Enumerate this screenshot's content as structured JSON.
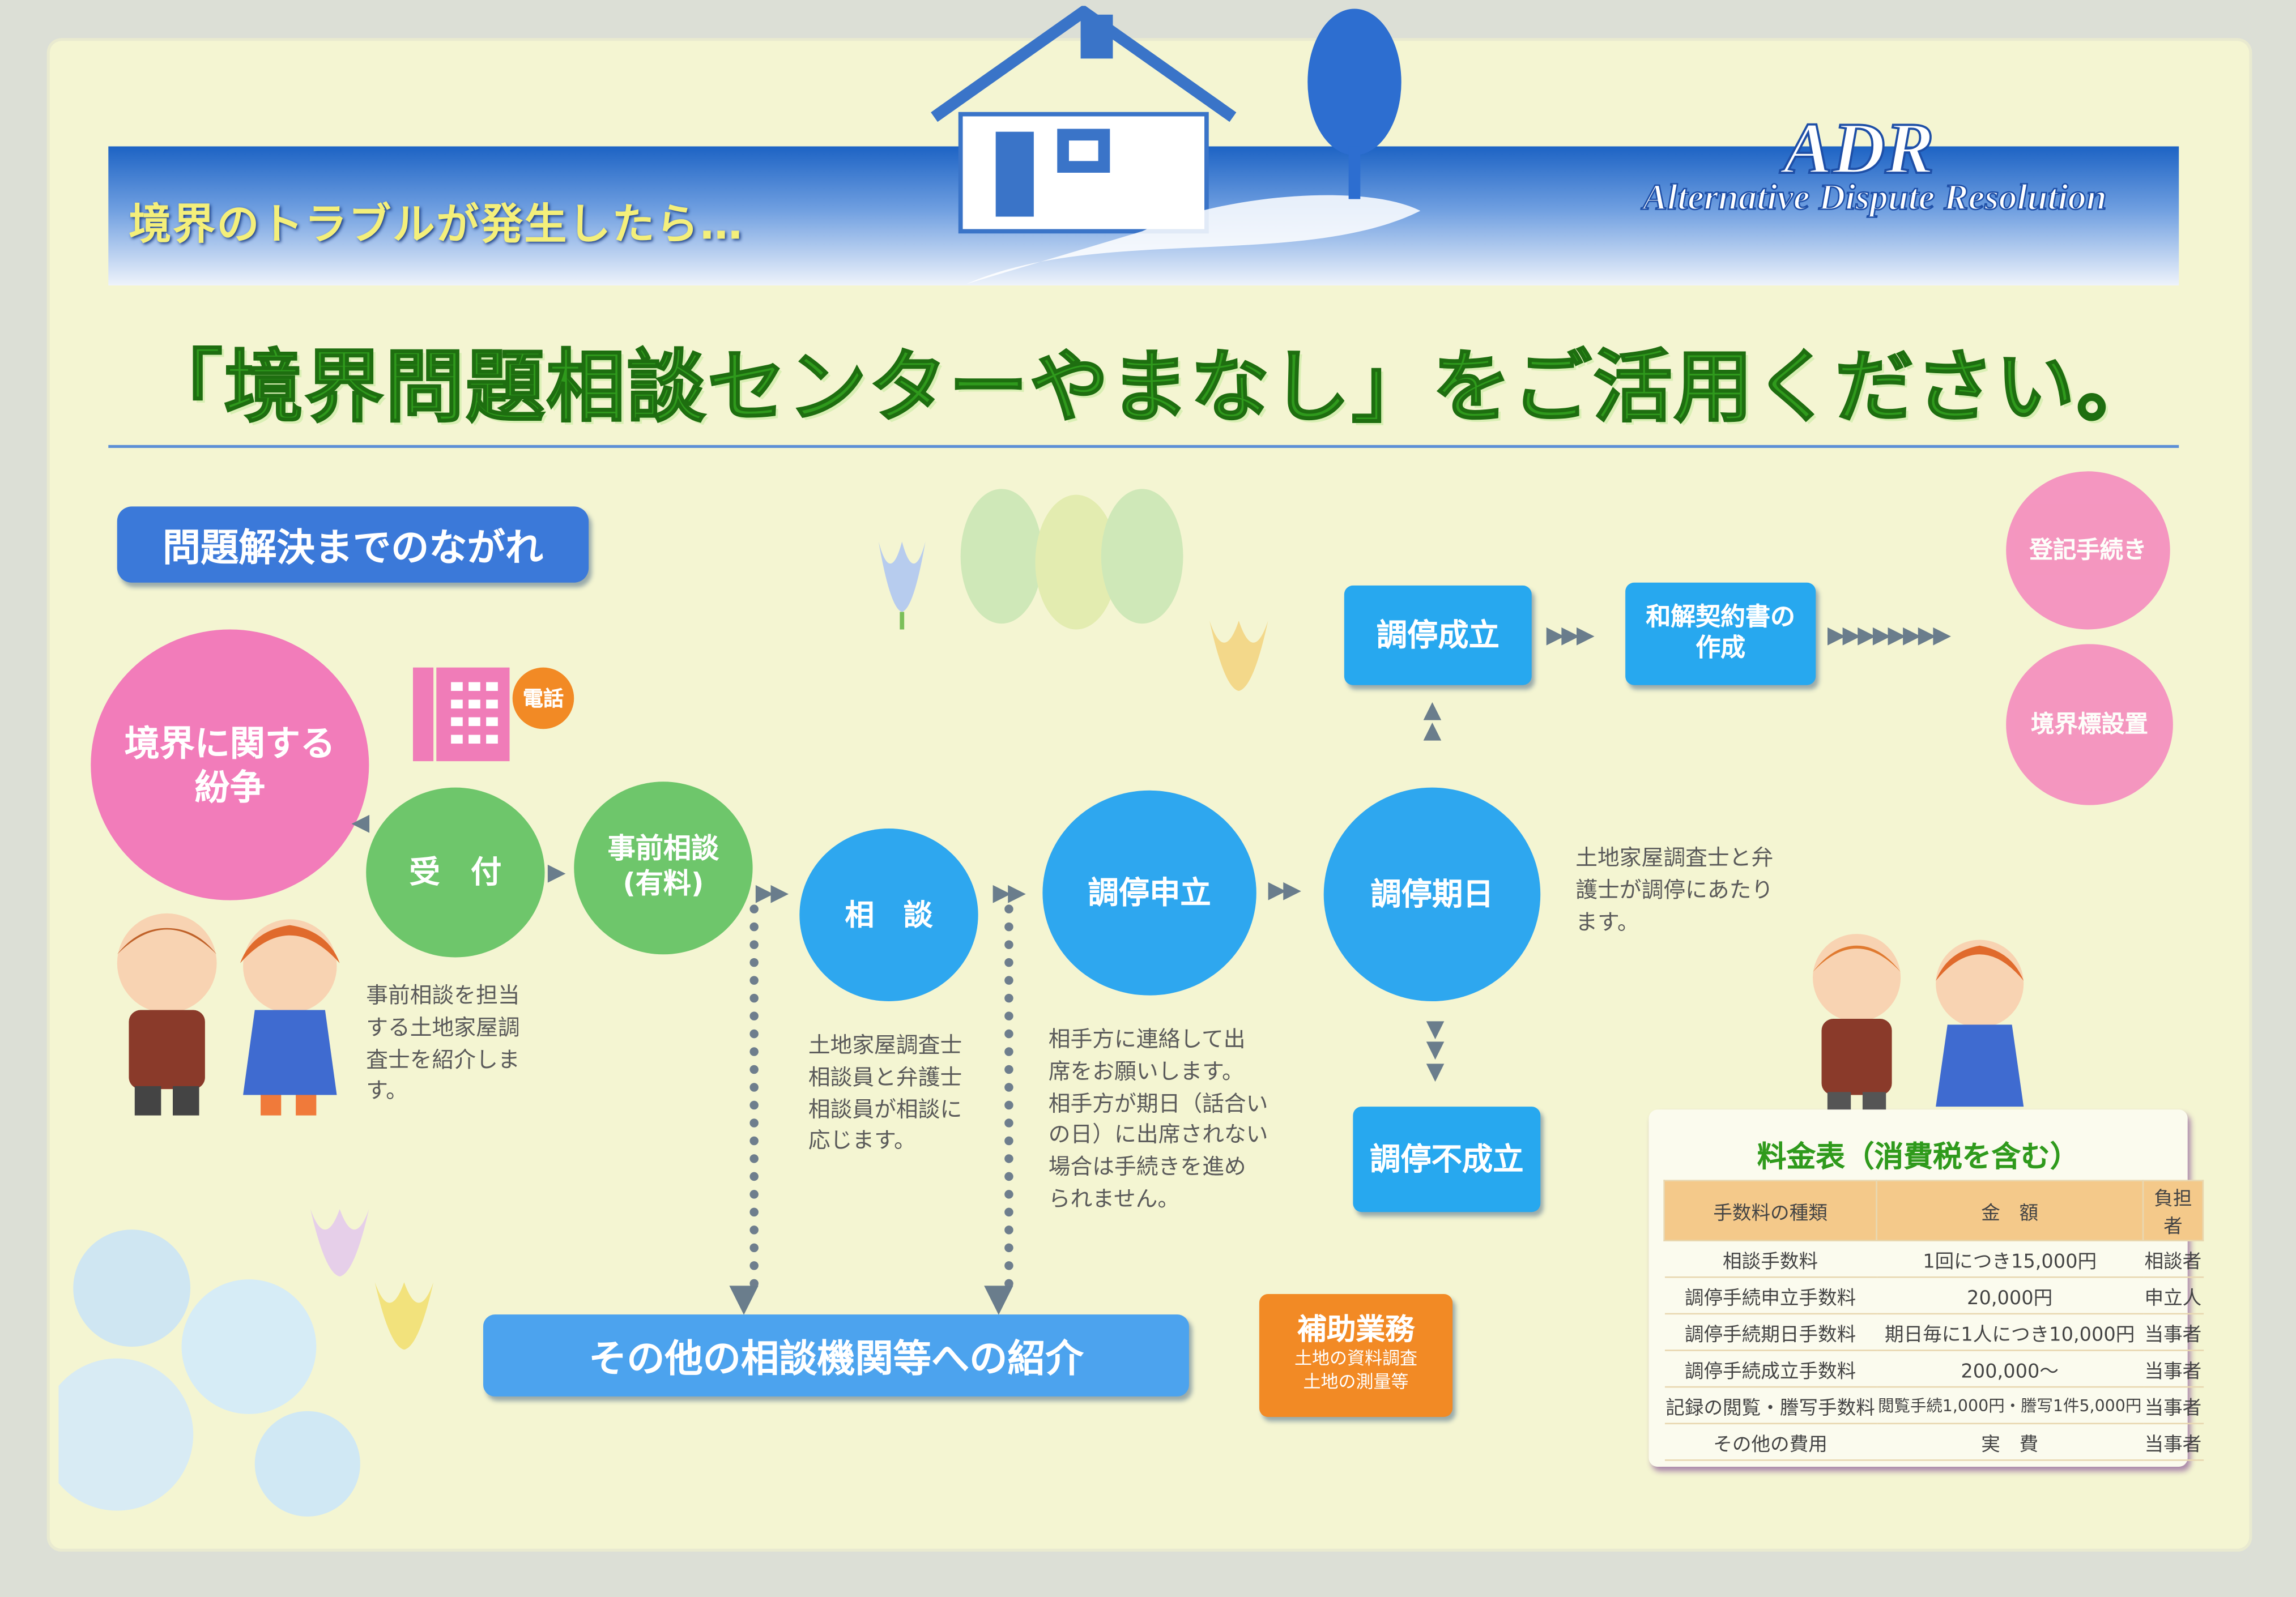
{
  "banner": {
    "subtitle": "境界のトラブルが発生したら…",
    "adr_logo": "ADR",
    "adr_full": "Alternative Dispute Resolution"
  },
  "headline": "「境界問題相談センターやまなし」をご活用ください。",
  "flow_title": "問題解決までのながれ",
  "nodes": {
    "dispute": [
      "境界に関する",
      "紛争"
    ],
    "phone": "電話",
    "reception": "受　付",
    "pre_consult": [
      "事前相談",
      "(有料)"
    ],
    "consult": "相　談",
    "mediation_request": "調停申立",
    "mediation_date": "調停期日",
    "mediation_success": "調停成立",
    "settlement": [
      "和解契約書の",
      "作成"
    ],
    "mediation_fail": "調停不成立",
    "registration": "登記手続き",
    "boundary_marker": "境界標設置"
  },
  "notes": {
    "reception": [
      "事前相談を担当",
      "する土地家屋調",
      "査士を紹介しま",
      "す。"
    ],
    "consult": [
      "土地家屋調査士",
      "相談員と弁護士",
      "相談員が相談に",
      "応じます。"
    ],
    "mediation_request": [
      "相手方に連絡して出",
      "席をお願いします。",
      "相手方が期日（話合い",
      "の日）に出席されない",
      "場合は手続きを進め",
      "られません。"
    ],
    "mediation_date": [
      "土地家屋調査士と弁",
      "護士が調停にあたり",
      "ます。"
    ]
  },
  "referral": "その他の相談機関等への紹介",
  "auxiliary": {
    "title": "補助業務",
    "items": [
      "土地の資料調査",
      "土地の測量等"
    ]
  },
  "fee_table": {
    "title": "料金表（消費税を含む）",
    "headers": [
      "手数料の種類",
      "金　額",
      "負担者"
    ],
    "rows": [
      [
        "相談手数料",
        "1回につき15,000円",
        "相談者"
      ],
      [
        "調停手続申立手数料",
        "20,000円",
        "申立人"
      ],
      [
        "調停手続期日手数料",
        "期日毎に1人につき10,000円",
        "当事者"
      ],
      [
        "調停手続成立手数料",
        "200,000～",
        "当事者"
      ],
      [
        "記録の閲覧・謄写手数料",
        "閲覧手続1,000円・謄写1件5,000円",
        "当事者"
      ],
      [
        "その他の費用",
        "実　費",
        "当事者"
      ]
    ]
  },
  "colors": {
    "banner_blue": "#1d63c4",
    "headline_green": "#2f9a1c",
    "node_blue": "#2ea7ef",
    "node_green": "#6ec66b",
    "node_pink": "#f27cba",
    "aux_orange": "#f28a25"
  }
}
